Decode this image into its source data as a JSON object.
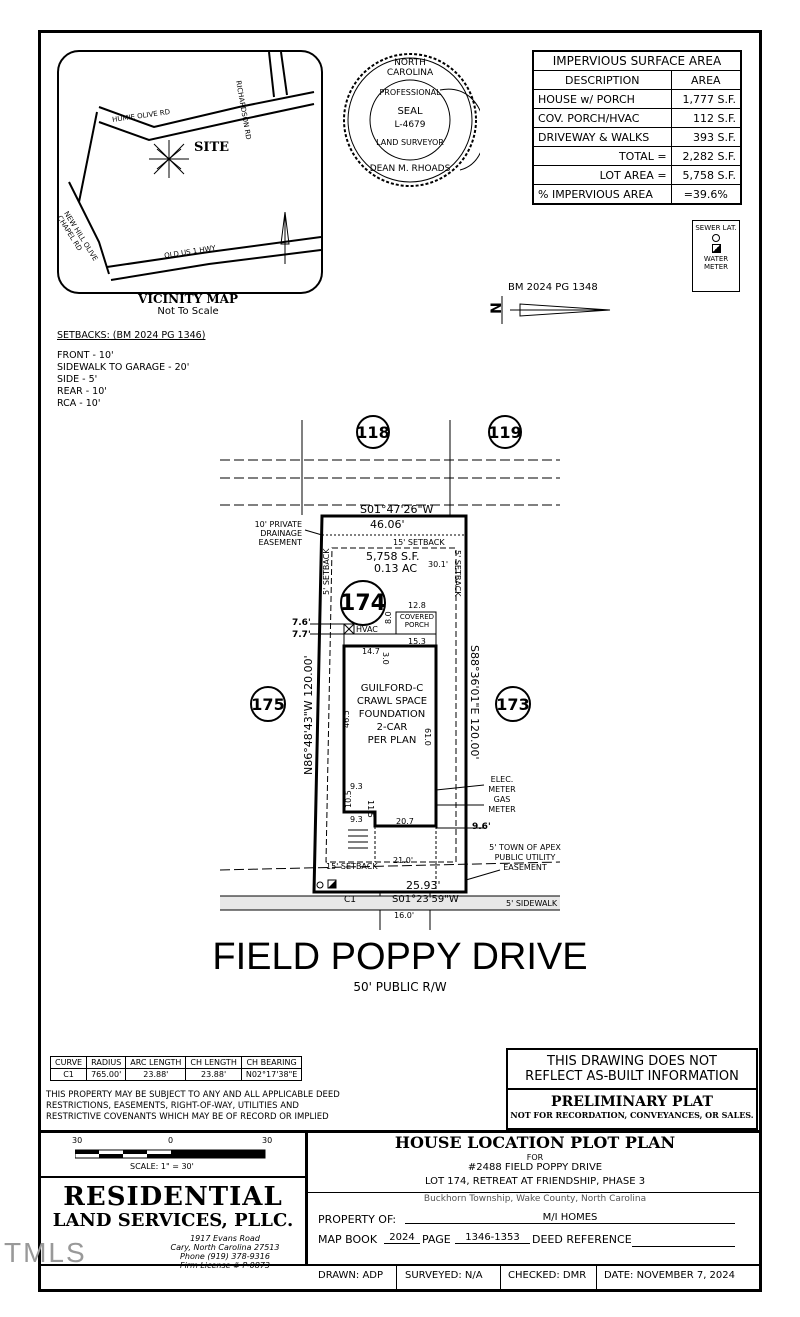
{
  "vicinity": {
    "title": "VICINITY MAP",
    "subtitle": "Not To Scale",
    "roads": [
      "HUMIE OLIVE RD",
      "RICHARDSON RD",
      "NEW HILL OLIVE CHAPEL RD",
      "OLD US 1 HWY"
    ],
    "site": "SITE"
  },
  "seal": {
    "top": "NORTH CAROLINA",
    "professional": "PROFESSIONAL",
    "seal": "SEAL",
    "number": "L-4679",
    "land_surveyor": "LAND SURVEYOR",
    "name": "DEAN M. RHOADS"
  },
  "impervious": {
    "title": "IMPERVIOUS SURFACE AREA",
    "headers": [
      "DESCRIPTION",
      "AREA"
    ],
    "rows": [
      {
        "desc": "HOUSE w/ PORCH",
        "area": "1,777 S.F."
      },
      {
        "desc": "COV. PORCH/HVAC",
        "area": "112 S.F."
      },
      {
        "desc": "DRIVEWAY & WALKS",
        "area": "393 S.F."
      },
      {
        "desc": "TOTAL =",
        "area": "2,282 S.F."
      },
      {
        "desc": "LOT AREA =",
        "area": "5,758 S.F."
      },
      {
        "desc": "% IMPERVIOUS AREA",
        "area": "=39.6%"
      }
    ]
  },
  "legend": {
    "sewer": "SEWER LAT.",
    "water": "WATER METER"
  },
  "north_arrow": {
    "ref": "BM 2024 PG 1348",
    "letter": "N"
  },
  "setbacks": {
    "title": "SETBACKS: (BM 2024 PG 1346)",
    "items": [
      "FRONT - 10'",
      "SIDEWALK TO GARAGE - 20'",
      "SIDE - 5'",
      "REAR - 10'",
      "RCA - 10'"
    ]
  },
  "plan": {
    "lots": {
      "l118": "118",
      "l119": "119",
      "l174": "174",
      "l175": "175",
      "l173": "173"
    },
    "rear_bearing": "S01°47'26\"W",
    "rear_dist": "46.06'",
    "drainage": "10' PRIVATE DRAINAGE EASEMENT",
    "rear_setback": "15' SETBACK",
    "area_sf": "5,758 S.F.",
    "area_ac": "0.13 AC",
    "dim_301": "30.1'",
    "side_setback_left": "5' SETBACK",
    "side_setback_right": "5' SETBACK",
    "dim_128": "12.8",
    "dim_80": "8.0",
    "covered_porch": "COVERED PORCH",
    "hvac": "HVAC",
    "dim_76": "7.6'",
    "dim_77": "7.7'",
    "dim_147": "14.7",
    "dim_30": "3.0",
    "dim_153": "15.3",
    "left_line": "N86°48'43\"W  120.00'",
    "right_line": "S88°36'01\"E  120.00'",
    "house_lines": [
      "GUILFORD-C",
      "CRAWL SPACE",
      "FOUNDATION",
      "2-CAR",
      "PER PLAN"
    ],
    "dim_465": "46.5",
    "dim_610": "61.0",
    "dim_93a": "9.3",
    "dim_105": "10.5",
    "dim_115": "11.5",
    "dim_93b": "9.3",
    "dim_207": "20.7",
    "dim_96": "9.6'",
    "meters": "ELEC. METER GAS METER",
    "front_setback": "15' SETBACK",
    "dim_210": "21.0'",
    "utility": "5' TOWN OF APEX PUBLIC UTILITY EASEMENT",
    "front_dist": "25.93'",
    "front_bearing": "S01°23'59\"W",
    "c1": "C1",
    "sidewalk": "5' SIDEWALK",
    "dim_160": "16.0'"
  },
  "street": {
    "name": "FIELD POPPY DRIVE",
    "row": "50' PUBLIC R/W"
  },
  "curve": {
    "headers": [
      "CURVE",
      "RADIUS",
      "ARC LENGTH",
      "CH LENGTH",
      "CH BEARING"
    ],
    "row": [
      "C1",
      "765.00'",
      "23.88'",
      "23.88'",
      "N02°17'38\"E"
    ]
  },
  "disclaimer": "THIS PROPERTY MAY BE SUBJECT TO ANY AND ALL APPLICABLE DEED RESTRICTIONS, EASEMENTS, RIGHT-OF-WAY, UTILITIES AND RESTRICTIVE COVENANTS WHICH MAY BE OF RECORD OR IMPLIED",
  "notice": {
    "line1": "THIS DRAWING DOES NOT",
    "line2": "REFLECT AS-BUILT INFORMATION"
  },
  "prelim": {
    "title": "PRELIMINARY PLAT",
    "sub": "NOT FOR RECORDATION, CONVEYANCES, OR SALES."
  },
  "scale": {
    "left": "30",
    "mid": "0",
    "right": "30",
    "label": "SCALE: 1\" = 30'"
  },
  "company": {
    "name1": "RESIDENTIAL",
    "name2": "LAND SERVICES, PLLC.",
    "addr1": "1917 Evans Road",
    "addr2": "Cary, North Carolina 27513",
    "phone": "Phone (919) 378-9316",
    "license": "Firm License # P-0873"
  },
  "title_block": {
    "title": "HOUSE LOCATION PLOT PLAN",
    "for": "FOR",
    "address": "#2488 FIELD POPPY DRIVE",
    "lot": "LOT 174, RETREAT AT FRIENDSHIP, PHASE 3",
    "township": "Buckhorn Township, Wake County, North Carolina",
    "property_label": "PROPERTY OF:",
    "property_value": "M/I HOMES",
    "mapbook_label": "MAP BOOK",
    "mapbook_value": "2024",
    "page_label": "PAGE",
    "page_value": "1346-1353",
    "deed_label": "DEED REFERENCE"
  },
  "footer": {
    "drawn": "DRAWN: ADP",
    "surveyed": "SURVEYED: N/A",
    "checked": "CHECKED: DMR",
    "date": "DATE: NOVEMBER 7, 2024"
  },
  "watermark": "TMLS"
}
